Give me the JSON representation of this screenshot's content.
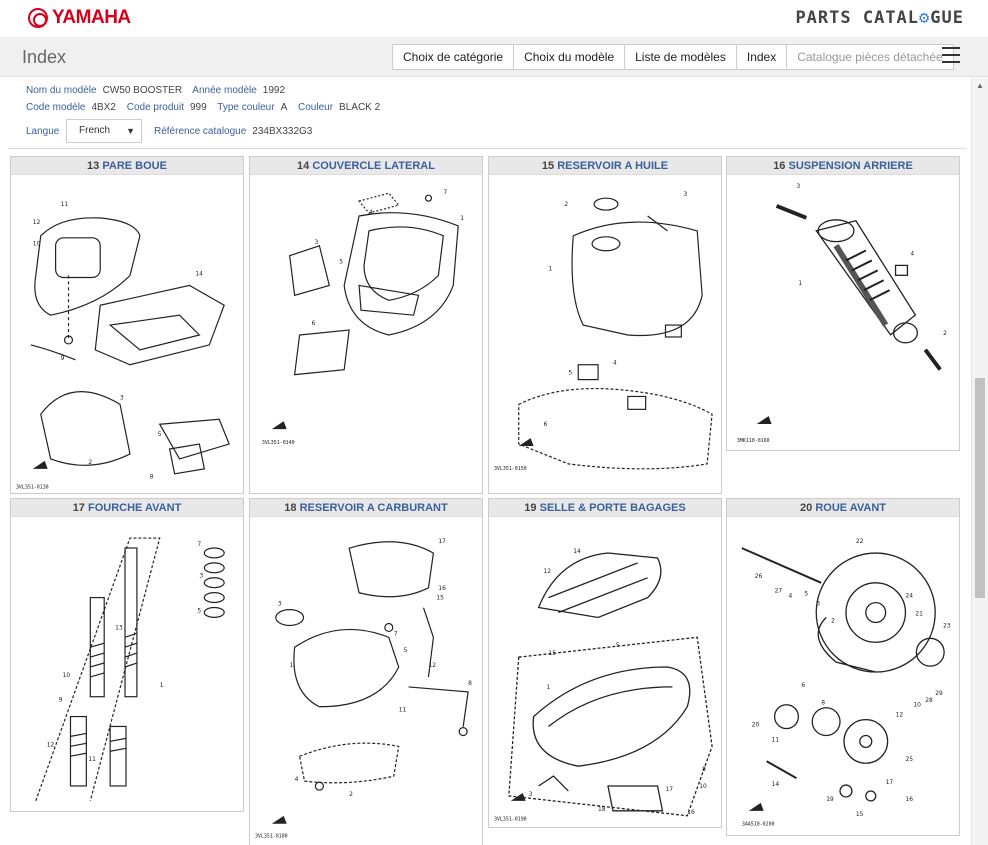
{
  "brand": {
    "logo_text": "YAMAHA",
    "catalogue_title_a": "PARTS CATAL",
    "catalogue_title_b": "GUE"
  },
  "nav": {
    "title": "Index",
    "tabs": [
      "Choix de catégorie",
      "Choix du modèle",
      "Liste de modèles",
      "Index",
      "Catalogue pièces détachée"
    ]
  },
  "info": {
    "model_name_label": "Nom du modèle",
    "model_name": "CW50 BOOSTER",
    "model_year_label": "Année modèle",
    "model_year": "1992",
    "model_code_label": "Code modèle",
    "model_code": "4BX2",
    "product_code_label": "Code produit",
    "product_code": "999",
    "color_type_label": "Type couleur",
    "color_type": "A",
    "color_label": "Couleur",
    "color": "BLACK 2",
    "language_label": "Langue",
    "language": "French",
    "catalogue_ref_label": "Référence catalogue",
    "catalogue_ref": "234BX332G3"
  },
  "cards": [
    {
      "num": "13",
      "name": "PARE BOUE",
      "code": "3VL351-0130"
    },
    {
      "num": "14",
      "name": "COUVERCLE LATERAL",
      "code": "3VL351-0140"
    },
    {
      "num": "15",
      "name": "RESERVOIR A HUILE",
      "code": "3VL351-0150"
    },
    {
      "num": "16",
      "name": "SUSPENSION ARRIERE",
      "code": "3MK110-0160"
    },
    {
      "num": "17",
      "name": "FOURCHE AVANT",
      "code": ""
    },
    {
      "num": "18",
      "name": "RESERVOIR A CARBURANT",
      "code": "3VL351-0180"
    },
    {
      "num": "19",
      "name": "SELLE & PORTE BAGAGES",
      "code": "3VL351-0190"
    },
    {
      "num": "20",
      "name": "ROUE AVANT",
      "code": "3AA510-0200"
    }
  ],
  "icons": {
    "menu": "hamburger-icon",
    "dropdown": "caret-down-icon",
    "scroll_up": "arrow-up-icon"
  },
  "colors": {
    "brand_red": "#d6001c",
    "link_blue": "#3a5f9a",
    "title_bg": "#e8e8e8"
  }
}
